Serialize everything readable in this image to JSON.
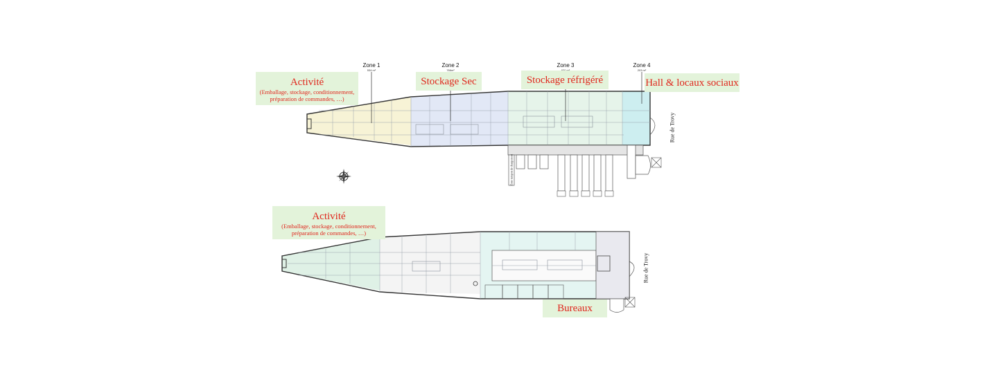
{
  "top_plan": {
    "zones": [
      {
        "name": "Zone 1",
        "area": "534 m²"
      },
      {
        "name": "Zone 2",
        "area": "766m²"
      },
      {
        "name": "Zone 3",
        "area": "930 m²"
      },
      {
        "name": "Zone 4",
        "area": "203 m²"
      }
    ],
    "labels": {
      "activite": {
        "title": "Activité",
        "sub1": "(Emballage, stockage, conditionnement,",
        "sub2": "préparation de commandes, …)"
      },
      "stockage_sec": "Stockage Sec",
      "stockage_refrigere": "Stockage réfrigéré",
      "hall": "Hall & locaux sociaux"
    },
    "street": "Rue de Trovy",
    "small_note": "Zone tampon de chargement"
  },
  "bottom_plan": {
    "labels": {
      "activite": {
        "title": "Activité",
        "sub1": "(Emballage, stockage, conditionnement,",
        "sub2": "préparation de commandes, …)"
      },
      "bureaux": "Bureaux"
    },
    "street": "Rue de Trovy"
  },
  "colors": {
    "label_bg": "#e3f3da",
    "label_text": "#e0261c",
    "zone1_fill": "#f7f3d6",
    "zone2_fill": "#e2e8f6",
    "zone3_fill": "#e6f4ea",
    "zone4_fill": "#cdeef0",
    "bottom_left_fill": "#dff1e6",
    "bottom_office_fill": "#e4f5f2"
  }
}
